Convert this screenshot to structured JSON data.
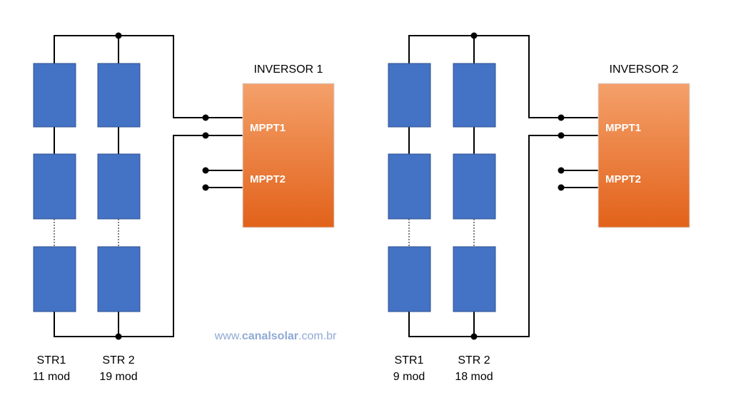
{
  "colors": {
    "module_fill": "#4472c4",
    "module_stroke": "#2f528f",
    "wire": "#000000",
    "inverter_top": "#f4a06a",
    "inverter_bottom": "#e2621a",
    "watermark": "#8fa9d4"
  },
  "systems": [
    {
      "inverter": {
        "title": "INVERSOR 1",
        "mppt1": "MPPT1",
        "mppt2": "MPPT2"
      },
      "strings": [
        {
          "name": "STR1",
          "modules": "11 mod"
        },
        {
          "name": "STR 2",
          "modules": "19 mod"
        }
      ]
    },
    {
      "inverter": {
        "title": "INVERSOR 2",
        "mppt1": "MPPT1",
        "mppt2": "MPPT2"
      },
      "strings": [
        {
          "name": "STR1",
          "modules": "9 mod"
        },
        {
          "name": "STR 2",
          "modules": "18 mod"
        }
      ]
    }
  ],
  "watermark": {
    "prefix": "www.",
    "brand": "canalsolar",
    "suffix": ".com.br"
  }
}
